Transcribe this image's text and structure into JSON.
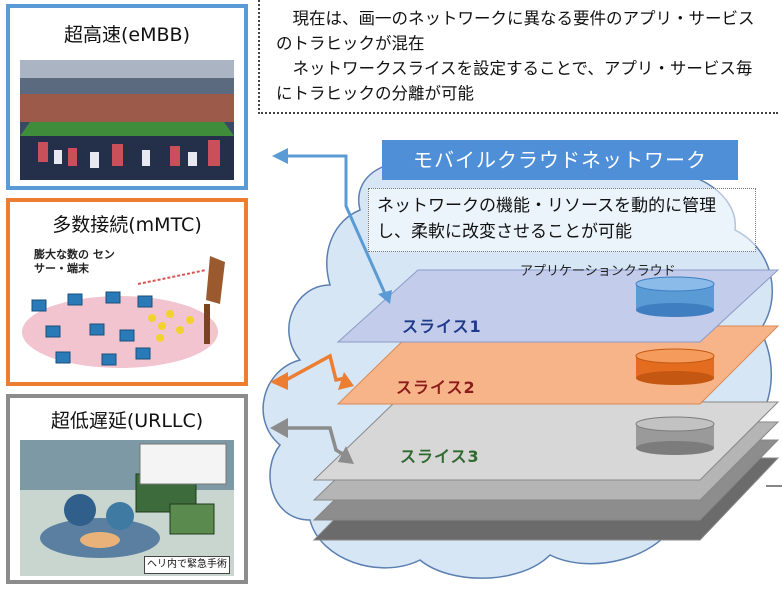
{
  "note": {
    "line1": "現在は、画一のネットワークに異なる要件のアプリ・サービスのトラヒックが混在",
    "line2": "ネットワークスライスを設定することで、アプリ・サービス毎にトラヒックの分離が可能"
  },
  "cards": [
    {
      "title": "超高速(eMBB)",
      "border": "#5b9bd5"
    },
    {
      "title": "多数接続(mMTC)",
      "border": "#ed7d31",
      "inner_label": "膨大な数の センサー・端末"
    },
    {
      "title": "超低遅延(URLLC)",
      "border": "#8c8c8c",
      "inner_caption": "ヘリ内で緊急手術"
    }
  ],
  "cloud": {
    "band_label": "モバイルクラウドネットワーク",
    "description": "ネットワークの機能・リソースを動的に管理し、柔軟に改変させることが可能",
    "app_cloud_label": "アプリケーションクラウド",
    "slices": [
      {
        "label": "スライス1",
        "color": "#c3cdeb"
      },
      {
        "label": "スライス2",
        "color": "#f7b489"
      },
      {
        "label": "スライス3",
        "color": "#d0d0d0"
      }
    ]
  },
  "colors": {
    "blue": "#5b9bd5",
    "orange": "#ed7d31",
    "gray": "#8c8c8c",
    "cloud_fill": "#d6e6f5"
  }
}
